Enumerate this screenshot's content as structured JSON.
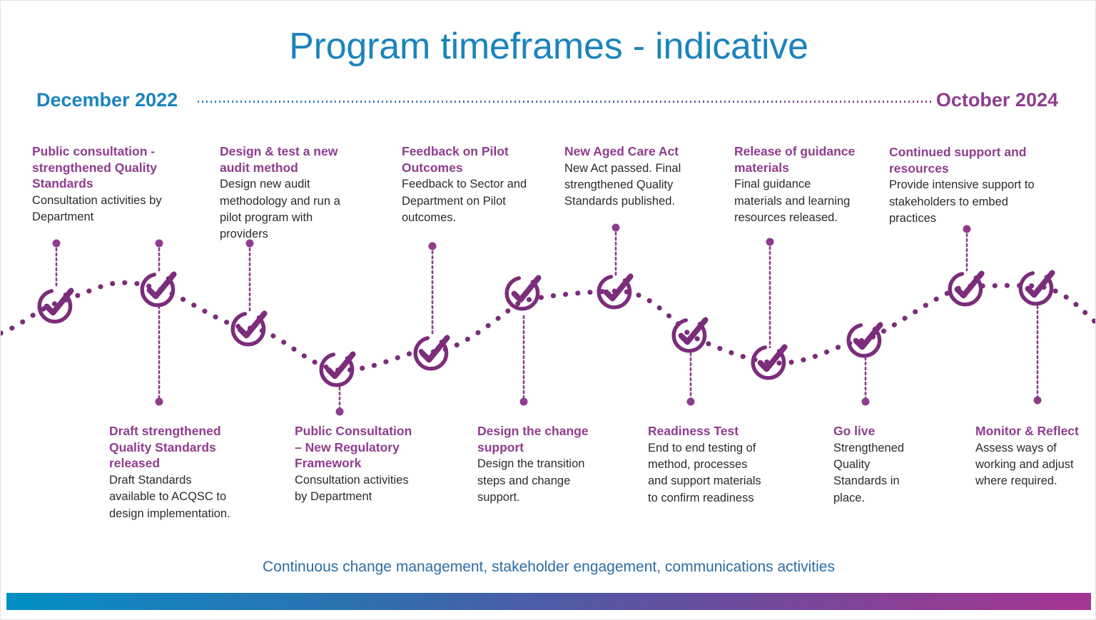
{
  "title": "Program timeframes - indicative",
  "timeline": {
    "start_label": "December 2022",
    "end_label": "October 2024",
    "start_color": "#1b84bd",
    "end_color": "#8e3d8e"
  },
  "footer": {
    "text": "Continuous change management, stakeholder engagement, communications activities",
    "color": "#2e6da4"
  },
  "colors": {
    "title": "#1b84bd",
    "milestone_heading": "#8e3d8e",
    "body": "#2b2b2b",
    "wave": "#7b2d7b",
    "bar_start": "#0090c4",
    "bar_end": "#a63593"
  },
  "milestones_top": [
    {
      "title": "Public consultation - strengthened Quality Standards",
      "desc": "Consultation activities by Department",
      "icon": "check-circle-icon"
    },
    {
      "title": "Design & test a new audit method",
      "desc": "Design new audit methodology and run a pilot program with providers",
      "icon": "check-circle-icon"
    },
    {
      "title": "Feedback on Pilot Outcomes",
      "desc": "Feedback to Sector and Department on Pilot outcomes.",
      "icon": "check-circle-icon"
    },
    {
      "title": "New Aged Care Act",
      "desc": "New Act passed. Final strengthened Quality Standards published.",
      "icon": "check-circle-icon"
    },
    {
      "title": "Release of guidance materials",
      "desc": "Final guidance materials and learning resources released.",
      "icon": "check-circle-icon"
    },
    {
      "title": "Continued support and resources",
      "desc": "Provide intensive support to stakeholders to embed practices",
      "icon": "check-circle-icon"
    }
  ],
  "milestones_bottom": [
    {
      "title": "Draft strengthened Quality Standards released",
      "desc": "Draft Standards available to ACQSC to design implementation.",
      "icon": "check-circle-icon"
    },
    {
      "title": "Public Consultation – New Regulatory Framework",
      "desc": "Consultation activities by Department",
      "icon": "check-circle-icon"
    },
    {
      "title": "Design the change support",
      "desc": "Design the transition steps and change support.",
      "icon": "check-circle-icon"
    },
    {
      "title": "Readiness Test",
      "desc": "End to end testing of method, processes and support materials to confirm readiness",
      "icon": "check-circle-icon"
    },
    {
      "title": "Go live",
      "desc": "Strengthened Quality Standards in place.",
      "icon": "check-circle-icon"
    },
    {
      "title": "Monitor & Reflect",
      "desc": "Assess ways of working and adjust where required.",
      "icon": "check-circle-icon"
    }
  ]
}
